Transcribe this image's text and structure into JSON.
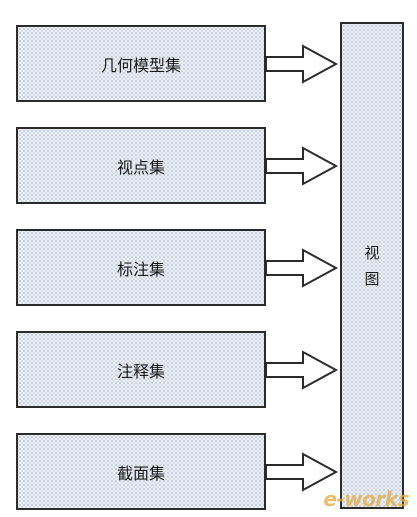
{
  "diagram": {
    "sources": [
      {
        "label": "几何模型集"
      },
      {
        "label": "视点集"
      },
      {
        "label": "标注集"
      },
      {
        "label": "注释集"
      },
      {
        "label": "截面集"
      }
    ],
    "target": {
      "line1": "视",
      "line2": "图"
    },
    "watermark": "e-works"
  }
}
